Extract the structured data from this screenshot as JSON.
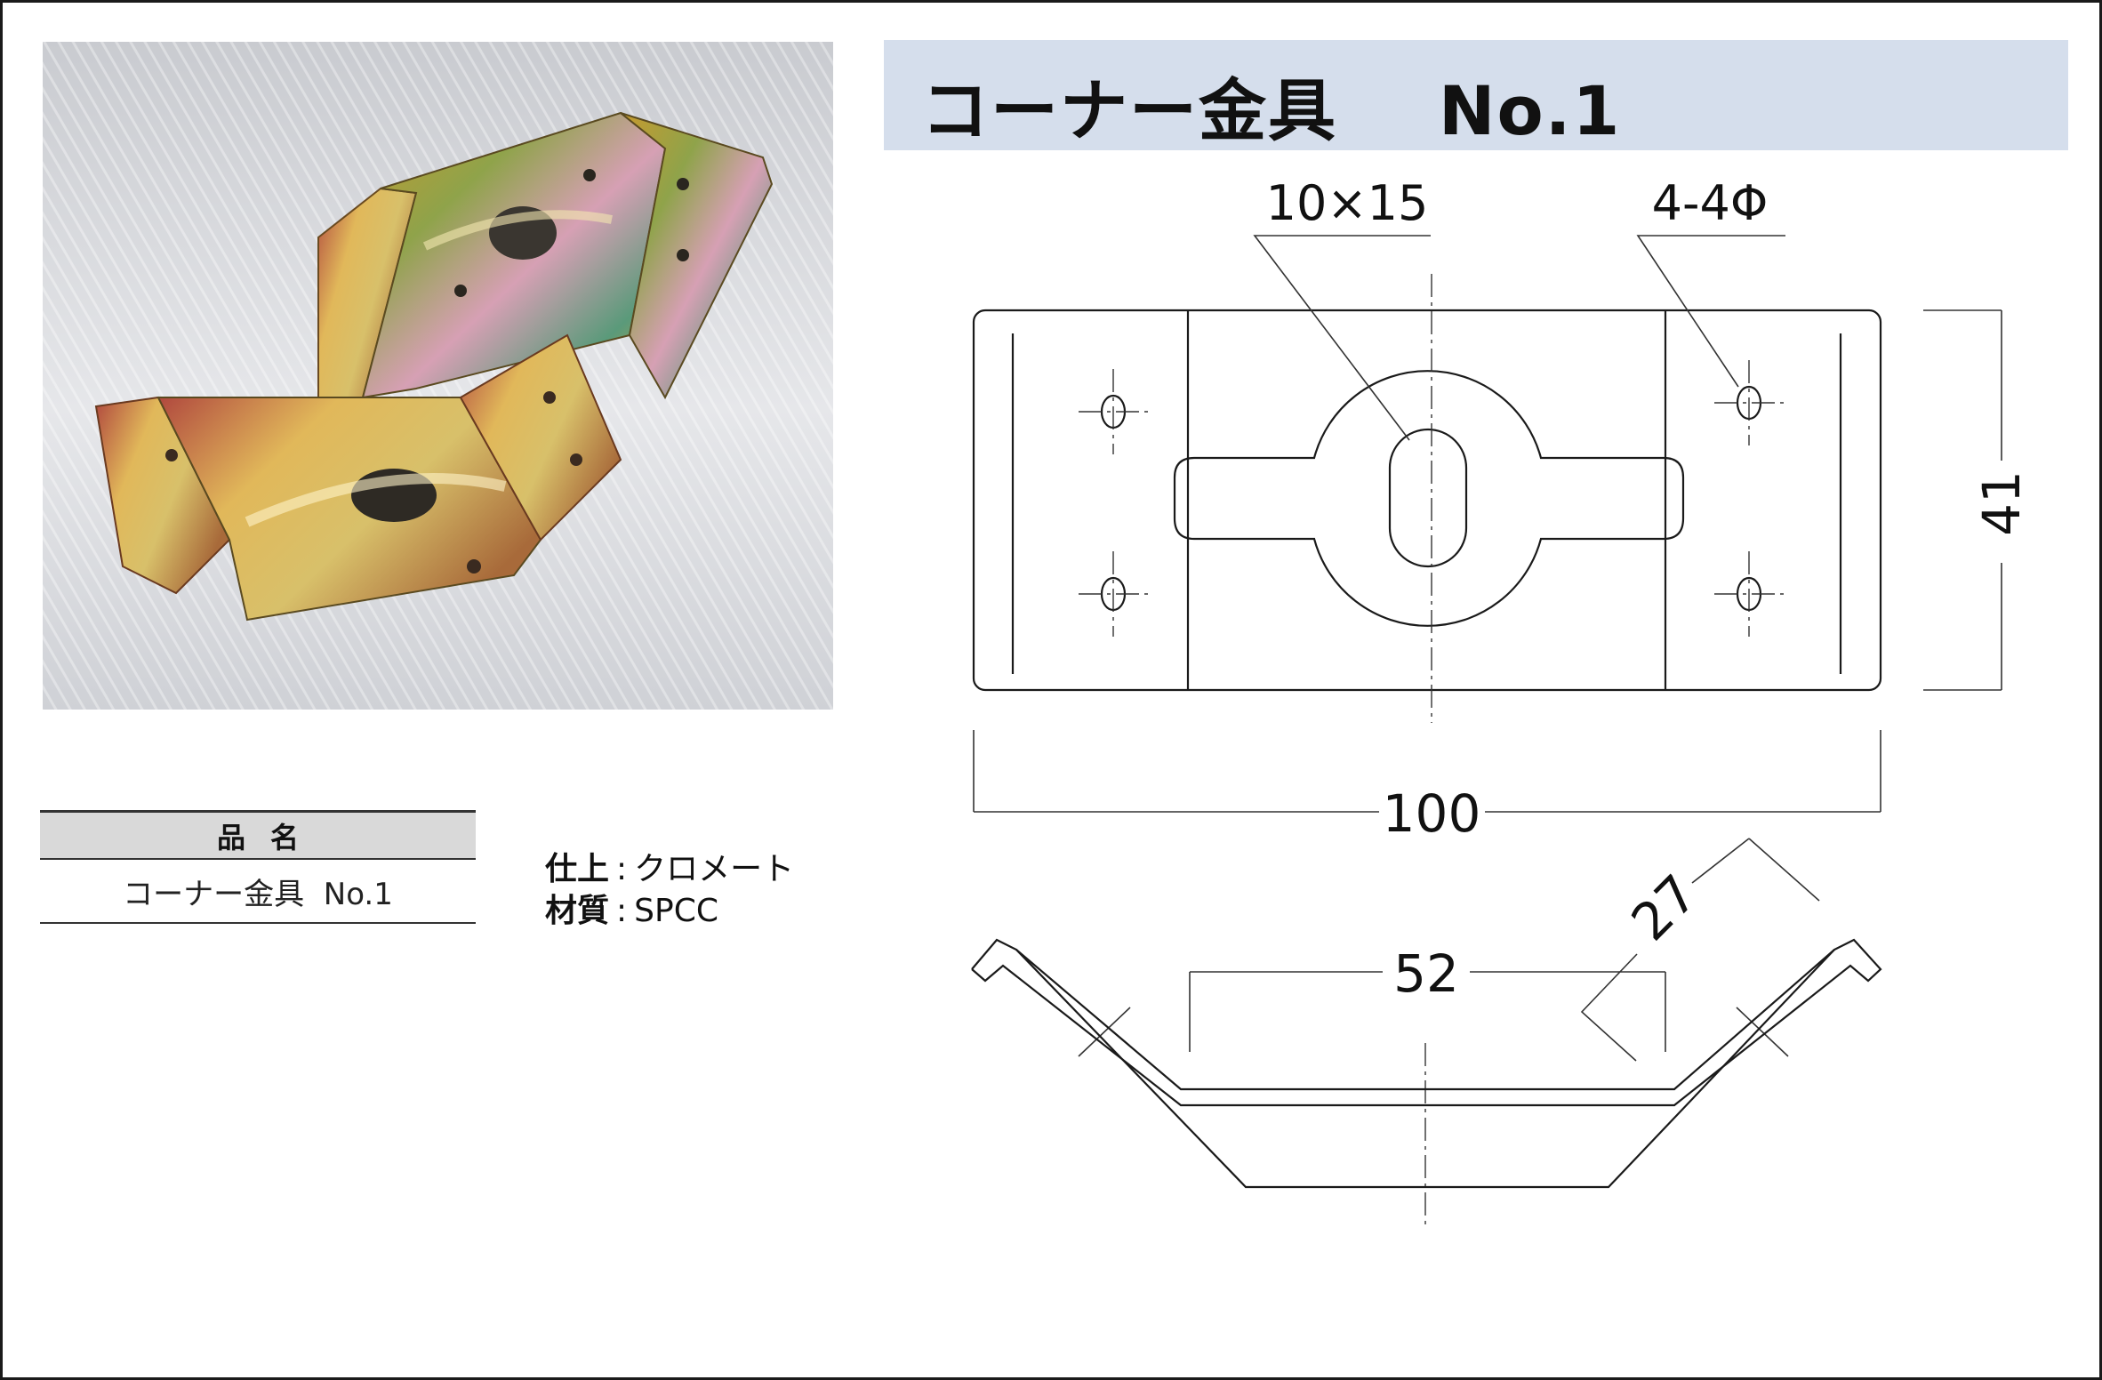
{
  "title": {
    "name": "コーナー金具",
    "number": "No.1"
  },
  "photo": {
    "alt": "two bent metal corner brackets with chromate finish"
  },
  "product_table": {
    "header": "品名",
    "value": "コーナー金具  No.1"
  },
  "specs": [
    {
      "label": "仕上",
      "value": "クロメート"
    },
    {
      "label": "材質",
      "value": "SPCC"
    }
  ],
  "drawing": {
    "slot_callout": "10×15",
    "holes_callout": "4-4Φ",
    "height_dim": "41",
    "width_dim": "100",
    "flange_dim": "27",
    "base_dim": "52"
  },
  "colors": {
    "title_bar": "#d5deec",
    "table_header": "#d9d9d9",
    "line": "#1a1a1a"
  }
}
